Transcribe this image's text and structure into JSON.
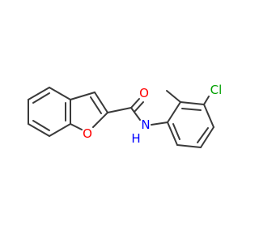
{
  "molecule": {
    "atoms": {
      "oxygen_carbonyl": {
        "symbol": "O",
        "color": "#ff0000"
      },
      "oxygen_furan": {
        "symbol": "O",
        "color": "#ff0000"
      },
      "nitrogen_amide": {
        "symbol": "N",
        "color": "#0000ff"
      },
      "hydrogen_amide": {
        "symbol": "H",
        "color": "#0000ff"
      },
      "chlorine": {
        "symbol": "Cl",
        "color": "#00a000"
      }
    },
    "bond_color": "#3a3a3a"
  }
}
